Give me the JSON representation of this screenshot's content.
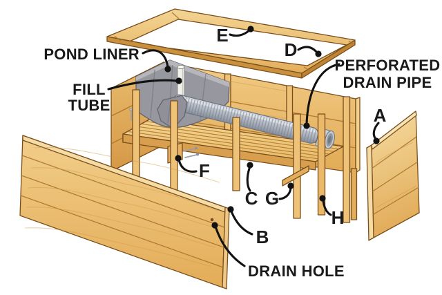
{
  "figure": {
    "kind": "exploded-parts-diagram",
    "subject": "wooden planter box assembly",
    "background": "#FFFFFF"
  },
  "callouts": {
    "pond_liner": "POND LINER",
    "fill_tube": {
      "line1": "FILL",
      "line2": "TUBE"
    },
    "perforated_drain_pipe": {
      "line1": "PERFORATED",
      "line2": "DRAIN PIPE"
    },
    "drain_hole": "DRAIN HOLE"
  },
  "part_letters": {
    "a": "A",
    "b": "B",
    "c": "C",
    "d": "D",
    "e": "E",
    "f": "F",
    "g": "G",
    "h": "H"
  },
  "colors": {
    "wood_light": "#F5DCA4",
    "wood": "#EDC178",
    "wood_dark": "#D0964A",
    "wood_outline": "#7A4E1C",
    "board_line": "#A9742C",
    "liner_gray": "#97979F",
    "liner_fold": "#B7B7BE",
    "pipe_gray": "#B4BAC4",
    "pipe_shadow": "#848C99",
    "fill_tube_white": "#F2F1EC",
    "label_text": "#1A1A1A",
    "background": "#FFFFFF"
  }
}
